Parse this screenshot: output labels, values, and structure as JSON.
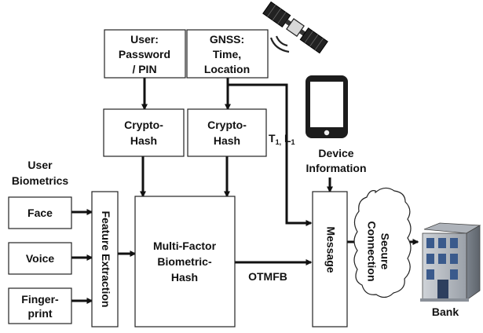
{
  "user_input": {
    "line1": "User:",
    "line2": "Password",
    "line3": "/ PIN"
  },
  "gnss": {
    "line1": "GNSS:",
    "line2": "Time,",
    "line3": "Location"
  },
  "crypto_hash_left": {
    "line1": "Crypto-",
    "line2": "Hash"
  },
  "crypto_hash_right": {
    "line1": "Crypto-",
    "line2": "Hash"
  },
  "tl_label": {
    "t": "T",
    "t_sub": "1,",
    "l": " L",
    "l_sub": "1"
  },
  "device_info": {
    "line1": "Device",
    "line2": "Information"
  },
  "user_biometrics": {
    "line1": "User",
    "line2": "Biometrics"
  },
  "face": "Face",
  "voice": "Voice",
  "fingerprint": {
    "line1": "Finger-",
    "line2": "print"
  },
  "feature_extraction": "Feature Extraction",
  "mfbh": {
    "line1": "Multi-Factor",
    "line2": "Biometric-",
    "line3": "Hash"
  },
  "otmfb": "OTMFB",
  "message": "Message",
  "secure_connection": {
    "line1": "Secure",
    "line2": "Connection"
  },
  "bank": "Bank",
  "icons": [
    "satellite-icon",
    "smartphone-icon",
    "cloud-icon",
    "bank-building-icon"
  ]
}
